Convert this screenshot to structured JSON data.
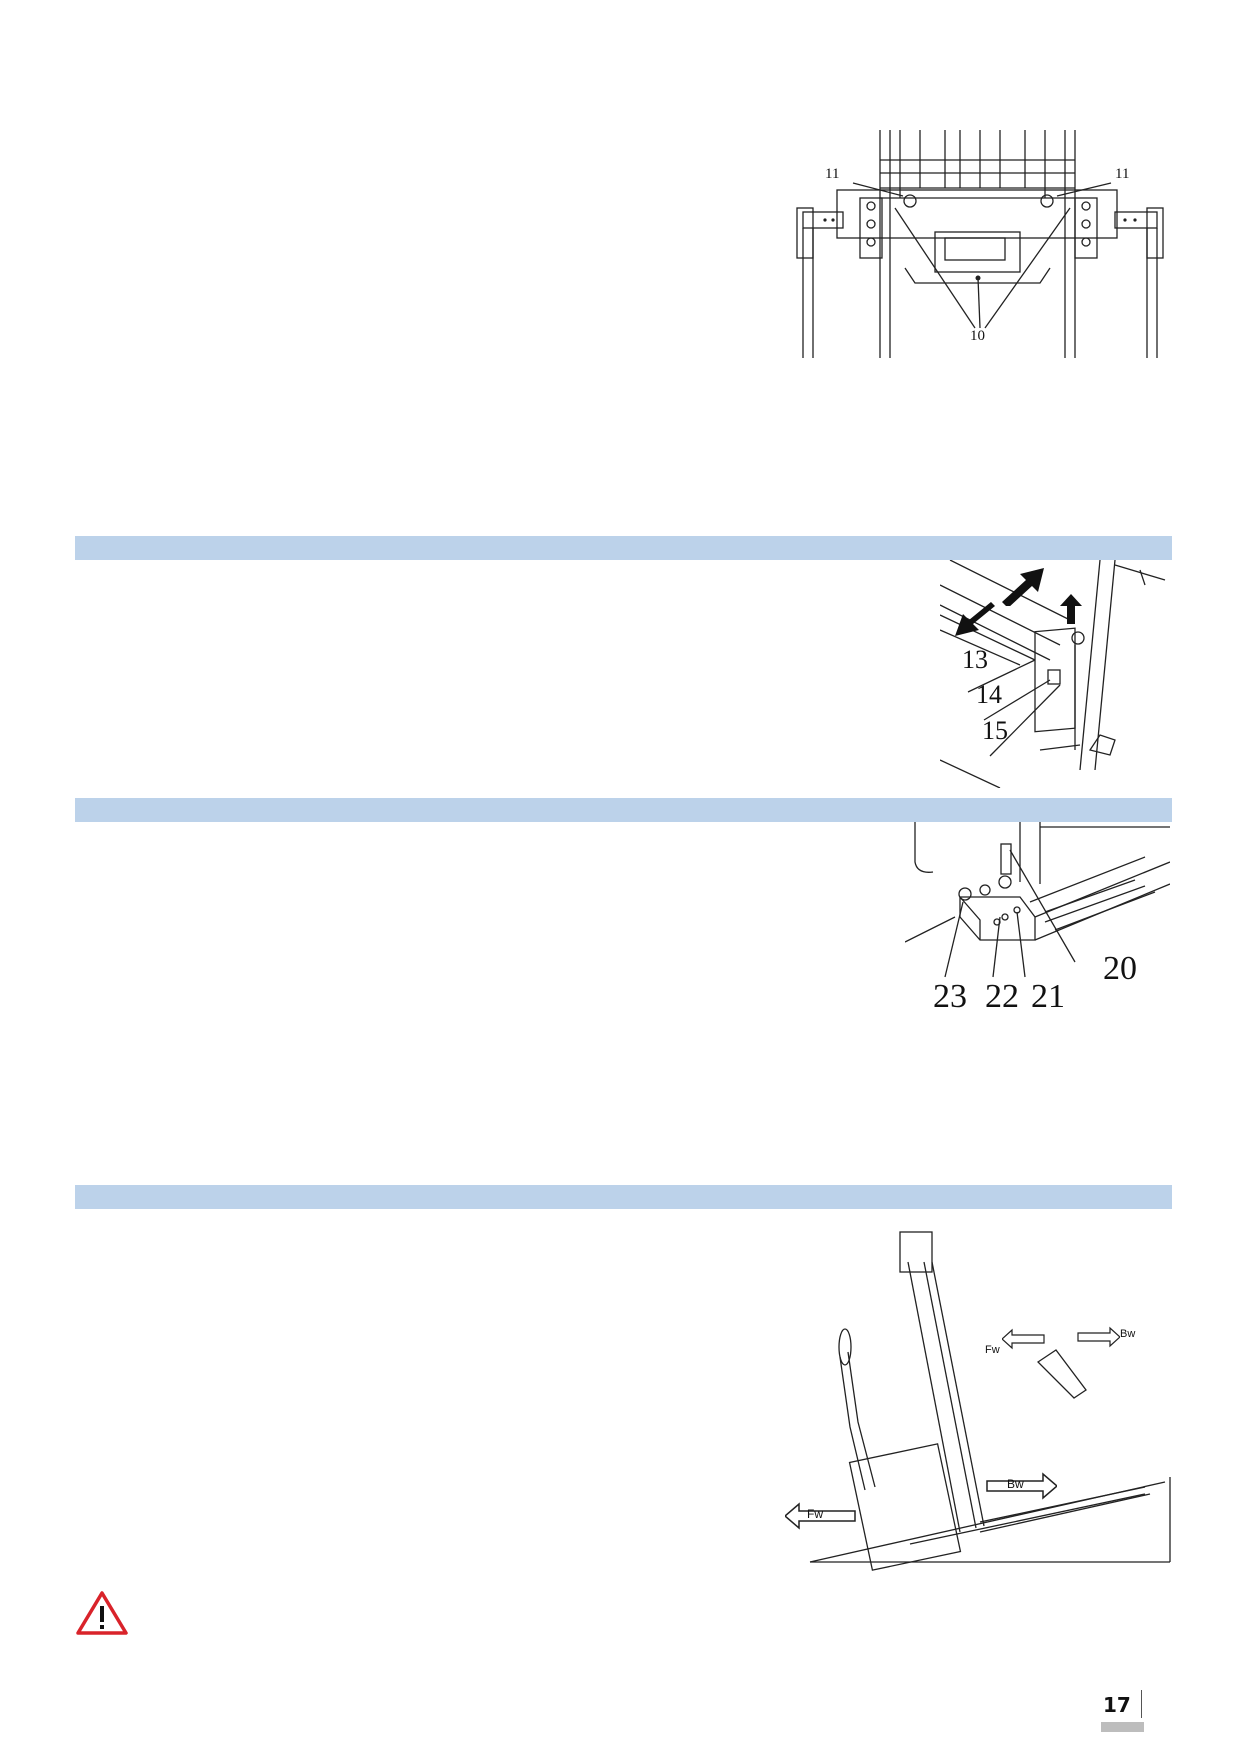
{
  "figures": {
    "fork_carriage_top": {
      "callouts": [
        "11",
        "11",
        "10"
      ]
    },
    "fork_positioning": {
      "callouts": [
        "13",
        "14",
        "15"
      ]
    },
    "fork_stop_block": {
      "callouts": [
        "23",
        "22",
        "21",
        "20"
      ]
    },
    "ramp_travel": {
      "forward_label": "Fw",
      "backward_label": "Bw",
      "inset_forward_label": "Fw",
      "inset_backward_label": "Bw"
    }
  },
  "warning": {
    "icon": "warning-triangle-icon",
    "color": "#d9232a"
  },
  "page": {
    "number": "17"
  },
  "colors": {
    "section_bar": "#bcd2ea"
  }
}
